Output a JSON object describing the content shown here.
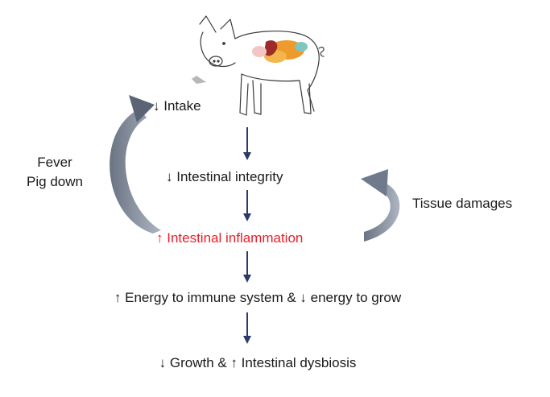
{
  "diagram": {
    "intake": "↓ Intake",
    "fever": "Fever",
    "pig_down": "Pig down",
    "integrity": "↓ Intestinal integrity",
    "tissue": "Tissue damages",
    "inflammation": "↑ Intestinal inflammation",
    "energy": "↑ Energy to immune system & ↓ energy to grow",
    "growth": "↓ Growth  & ↑ Intestinal dysbiosis"
  },
  "colors": {
    "text": "#1a1a1a",
    "highlight": "#e8202a",
    "down_arrow": "#2b3a6b",
    "loop_arrow": "#6f7a8c"
  },
  "icons": {
    "pig": "pig-illustration-icon",
    "organs": "organs-icon"
  }
}
